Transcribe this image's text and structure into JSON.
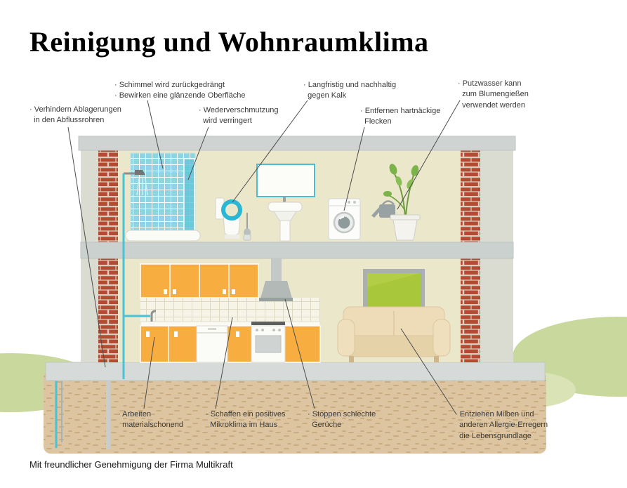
{
  "title": "Reinigung und Wohnraumklima",
  "credit": "Mit freundlicher Genehmigung der Firma Multikraft",
  "annotations": {
    "mold": "· Schimmel wird zurückgedrängt\n· Bewirken eine glänzende Oberfläche",
    "drains": "· Verhindern Ablagerungen\n  in den Abflussrohren",
    "resoiling": "· Wederverschmutzung\n  wird verringert",
    "limescale": "· Langfristig und nachhaltig\n  gegen Kalk",
    "stains": "· Entfernen hartnäckige\n  Flecken",
    "plant_water": "· Putzwasser kann\n  zum Blumengießen\n  verwendet werden",
    "material": "· Arbeiten\n  materialschonend",
    "microclimate": "· Schaffen ein positives\n  Mikroklima im Haus",
    "odors": "· Stoppen schlechte\n  Gerüche",
    "mites": "· Entziehen Milben und\n  anderen Allergie-Erregern\n  die Lebensgrundlage"
  },
  "colors": {
    "brick": "#b34a32",
    "tile_blue": "#8ed4e2",
    "cabinet_orange": "#f7ad3f",
    "tv_green": "#a9c73a",
    "pipe_cyan": "#49c2d6",
    "wall_beige": "#eae7cb",
    "soil": "#dcc5a0",
    "grass": "#c9d89c"
  }
}
